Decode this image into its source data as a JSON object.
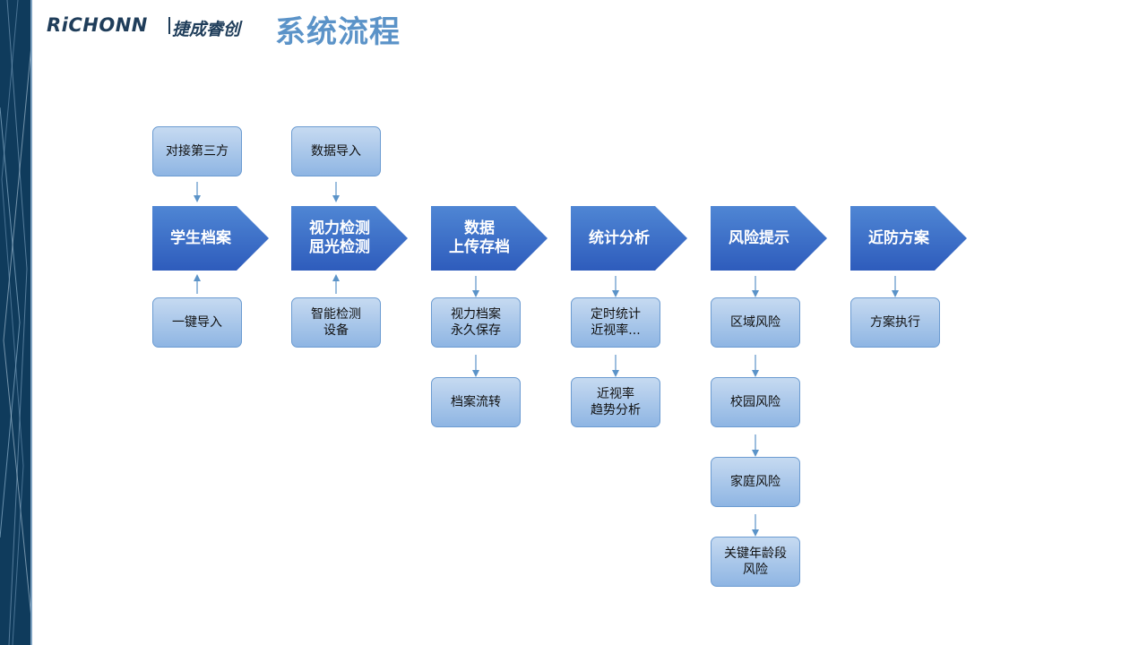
{
  "header": {
    "logo_text": "RiCHONN",
    "logo_cn": "捷成睿创",
    "title": "系统流程"
  },
  "colors": {
    "stage_top": "#4f86d4",
    "stage_bottom": "#2e5cbc",
    "node_top": "#c6daf1",
    "node_bottom": "#8eb5e3",
    "arrow": "#5b93c8",
    "title": "#5b93c8",
    "sidebar": "#0f3b5c"
  },
  "flow": {
    "stages": [
      {
        "label": "学生档案",
        "above": "对接第三方",
        "below": [
          "一键导入"
        ]
      },
      {
        "label": "视力检测\n屈光检测",
        "above": "数据导入",
        "below": [
          "智能检测\n设备"
        ]
      },
      {
        "label": "数据\n上传存档",
        "below": [
          "视力档案\n永久保存",
          "档案流转"
        ]
      },
      {
        "label": "统计分析",
        "below": [
          "定时统计\n近视率...",
          "近视率\n趋势分析"
        ]
      },
      {
        "label": "风险提示",
        "below": [
          "区域风险",
          "校园风险",
          "家庭风险",
          "关键年龄段\n风险"
        ]
      },
      {
        "label": "近防方案",
        "below": [
          "方案执行"
        ]
      }
    ]
  }
}
